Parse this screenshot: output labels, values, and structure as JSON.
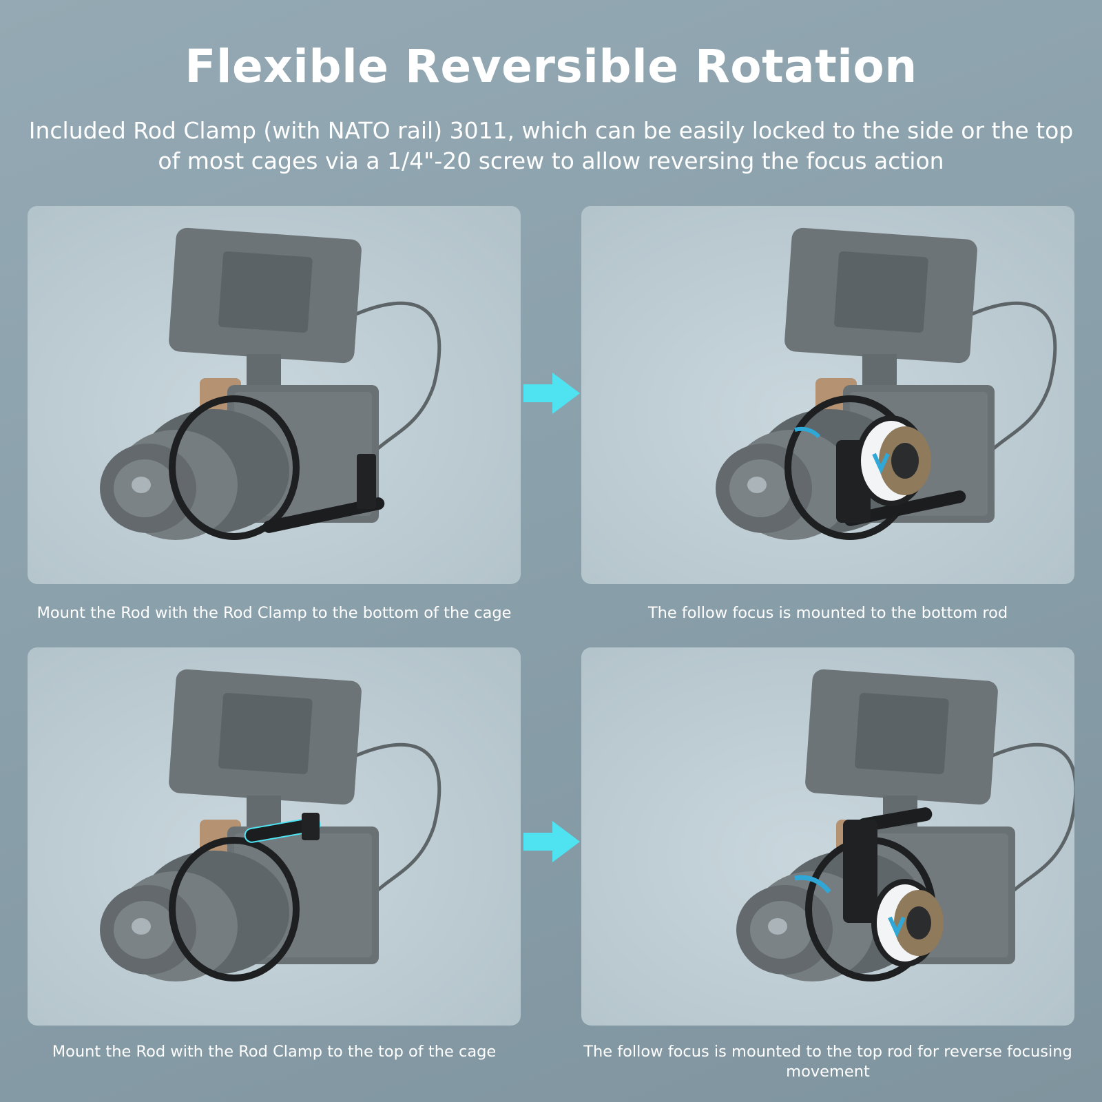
{
  "title": "Flexible Reversible Rotation",
  "subtitle": "Included Rod Clamp (with NATO rail) 3011, which can be easily locked to the side or the top of most cages via a 1/4\"-20 screw to allow reversing the focus action",
  "panels": [
    {
      "caption": "Mount the Rod with the Rod Clamp to the bottom of the cage"
    },
    {
      "caption": "The follow focus is mounted to the bottom rod"
    },
    {
      "caption": "Mount the Rod with the Rod Clamp to the top of the cage"
    },
    {
      "caption": "The follow focus is mounted to the top rod for reverse focusing movement"
    }
  ],
  "colors": {
    "arrow": "#4fe3f2",
    "panel": "#bfcdd4",
    "accent": "#2fa8d8"
  }
}
